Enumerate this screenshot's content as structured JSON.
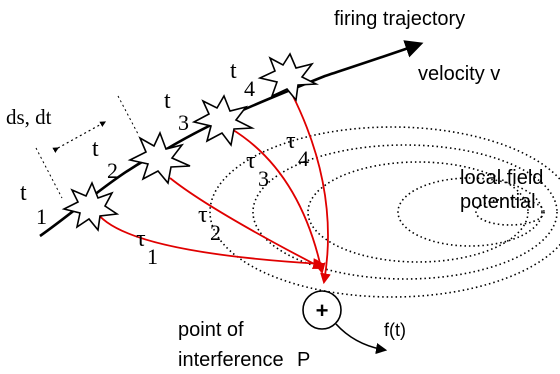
{
  "labels": {
    "firing_trajectory": "firing trajectory",
    "velocity": "velocity v",
    "ds_dt": "ds, dt",
    "local_field_line1": "local field",
    "local_field_line2": "potential",
    "point_of_line1": "point of",
    "point_of_line2": "interference",
    "point_P": "P",
    "output": "f(t)",
    "plus": "+"
  },
  "times": [
    {
      "base": "t",
      "sub": "1"
    },
    {
      "base": "t",
      "sub": "2"
    },
    {
      "base": "t",
      "sub": "3"
    },
    {
      "base": "t",
      "sub": "4"
    }
  ],
  "delays": [
    {
      "base": "τ",
      "sub": "1"
    },
    {
      "base": "τ",
      "sub": "2"
    },
    {
      "base": "τ",
      "sub": "3"
    },
    {
      "base": "τ",
      "sub": "4"
    }
  ],
  "colors": {
    "trajectory": "#000000",
    "delay_paths": "#e00000",
    "field_contours": "#000000"
  }
}
